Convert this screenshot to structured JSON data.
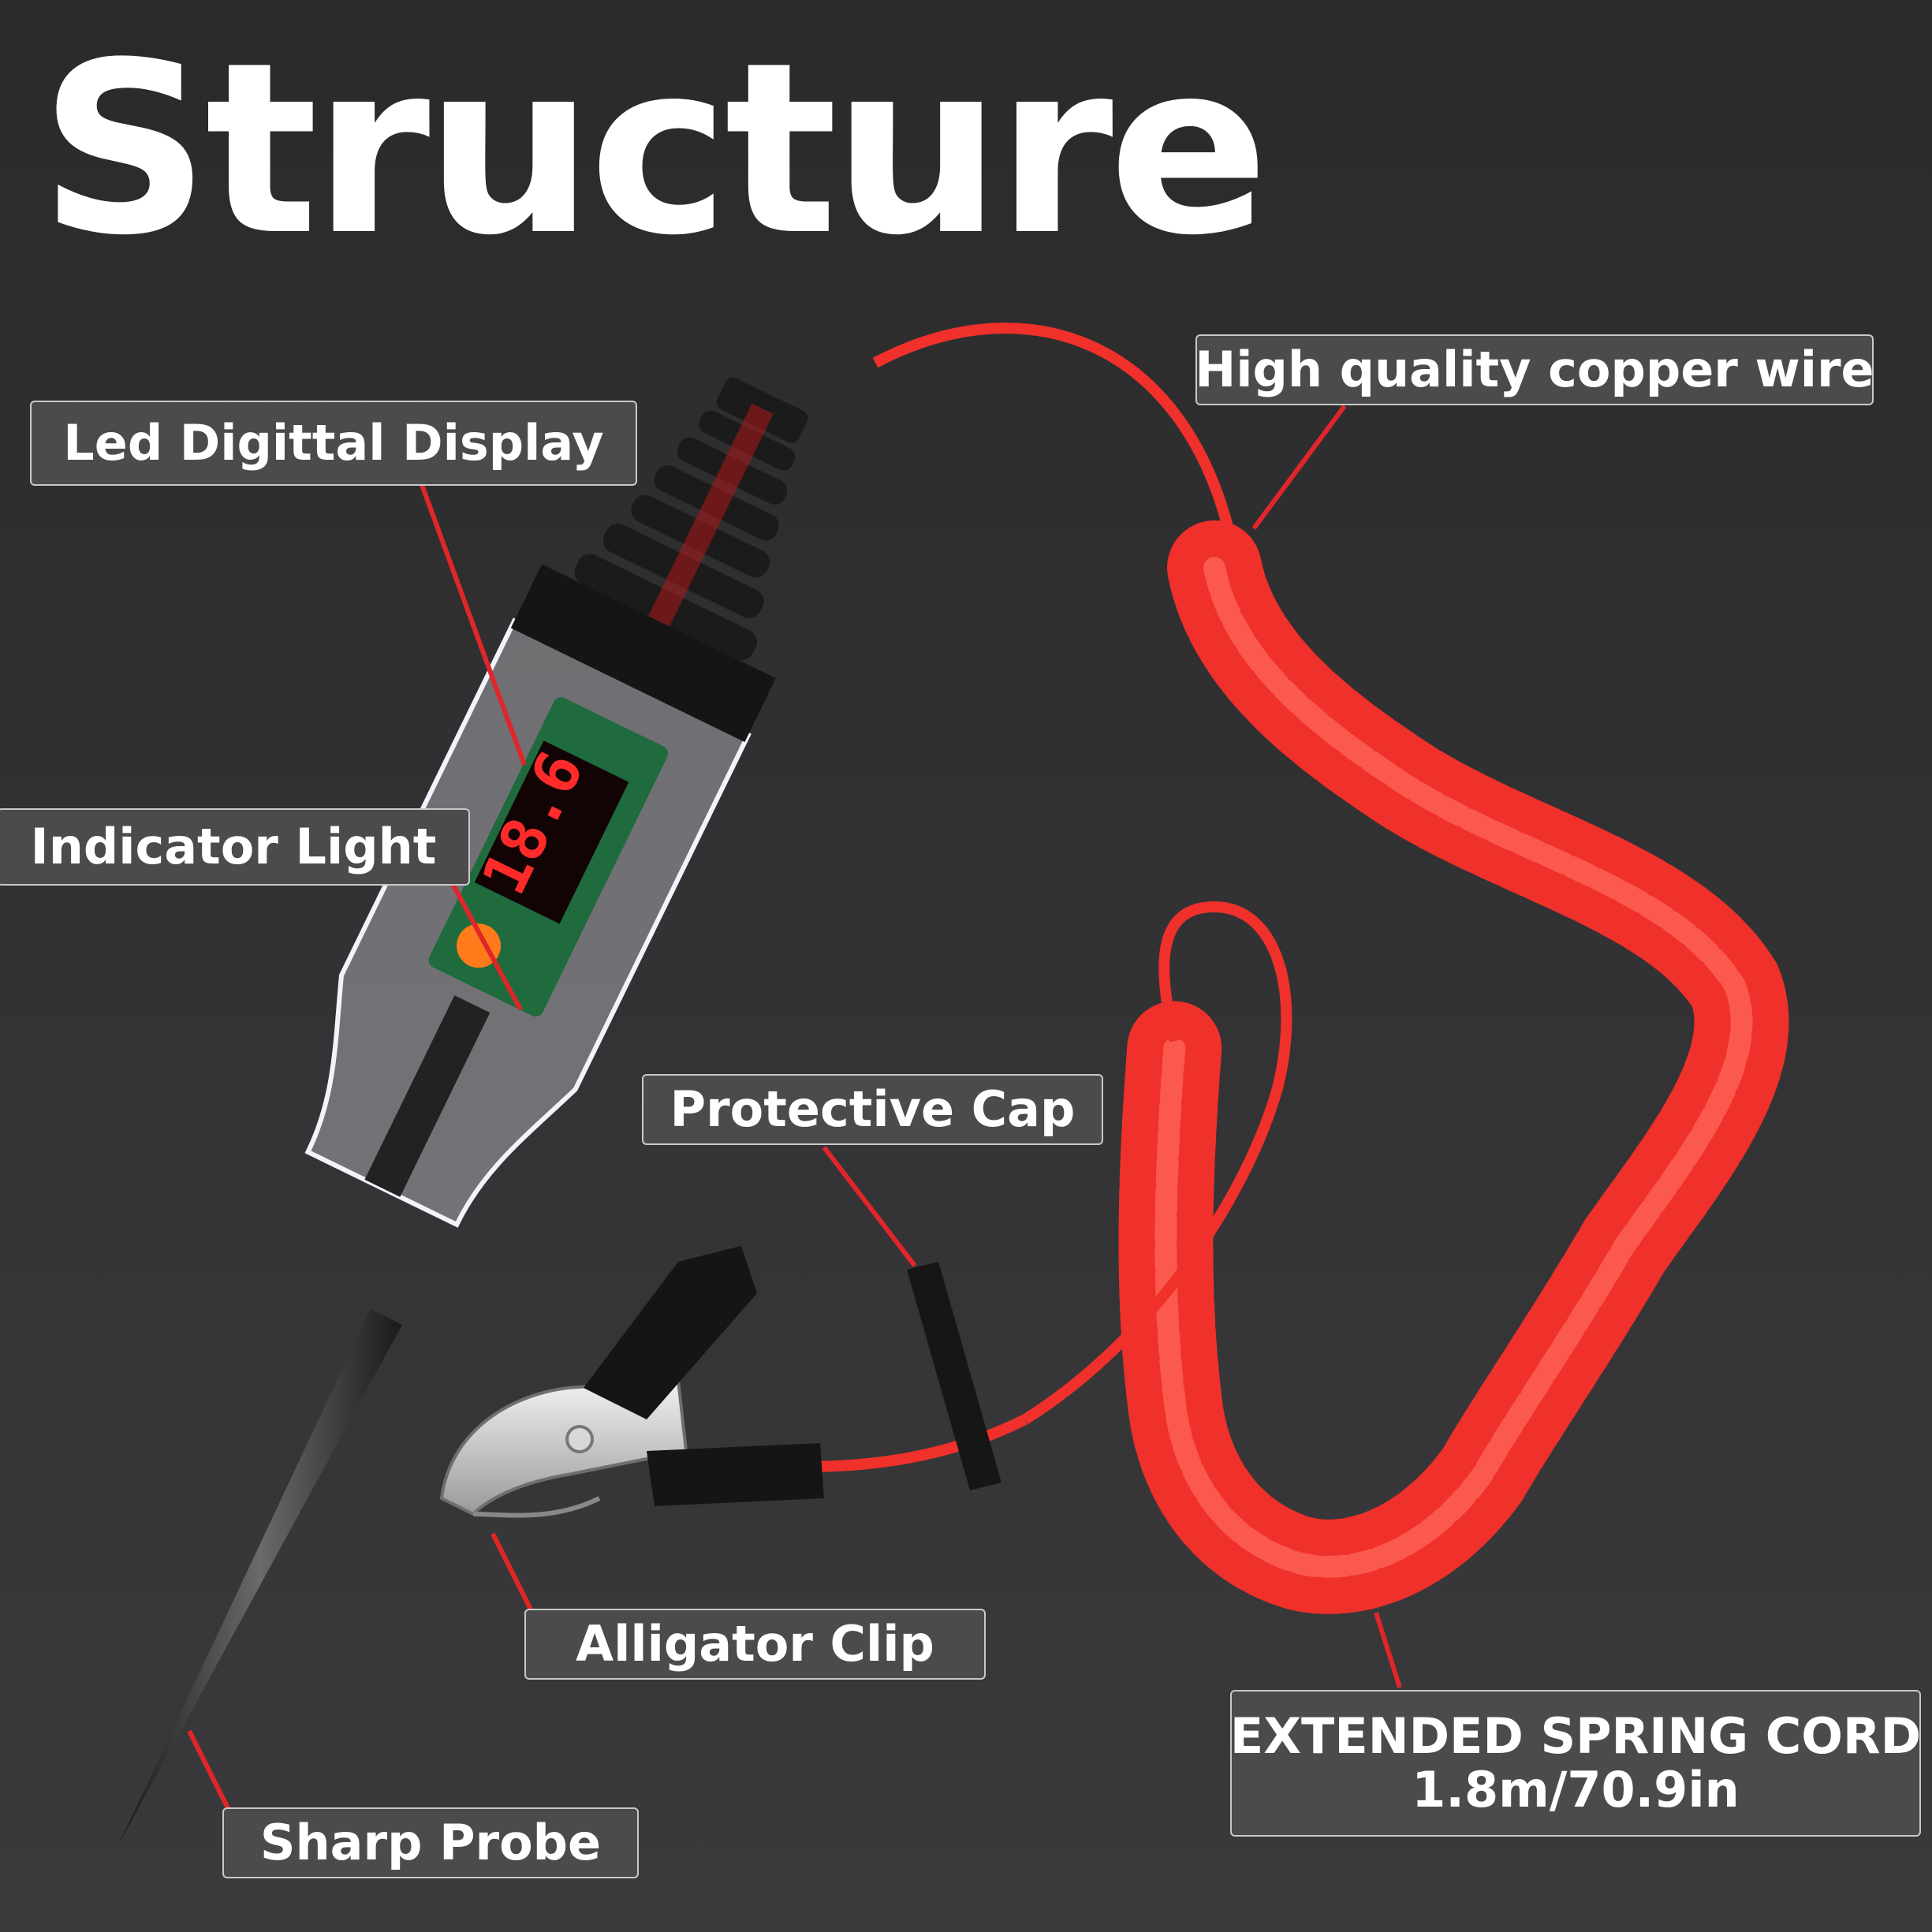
{
  "title": "Structure",
  "labels": {
    "led_display": "Led Digittal Display",
    "indicator_light": "Indicator Light",
    "copper_wire": "High quality copper wire",
    "protective_cap": "Protective Cap",
    "alligator_clip": "Alligator Clip",
    "sharp_probe": "Sharp Probe",
    "spring_cord_line1": "EXTENDED SPRING CORD",
    "spring_cord_line2": "1.8m/70.9in"
  },
  "display_reading": "18.6",
  "colors": {
    "background": "#2e2e30",
    "cord": "#f0302a",
    "leader_line": "#e0262a",
    "label_fill": "#4b4b4d",
    "label_border": "#c9c9c9",
    "text": "#ffffff"
  }
}
